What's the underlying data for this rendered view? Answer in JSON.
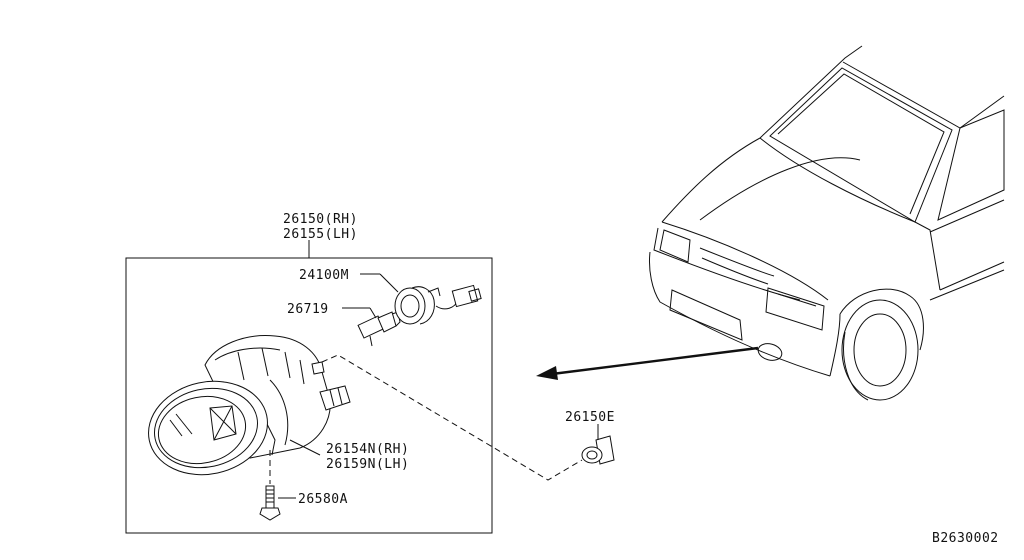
{
  "diagram": {
    "parts": {
      "fog_lamp_rh": "26150(RH)",
      "fog_lamp_lh": "26155(LH)",
      "socket_harness": "24100M",
      "bulb": "26719",
      "bracket_rh": "26154N(RH)",
      "bracket_lh": "26159N(LH)",
      "screw": "26580A",
      "clip": "26150E"
    },
    "drawing_number": "B2630002"
  }
}
